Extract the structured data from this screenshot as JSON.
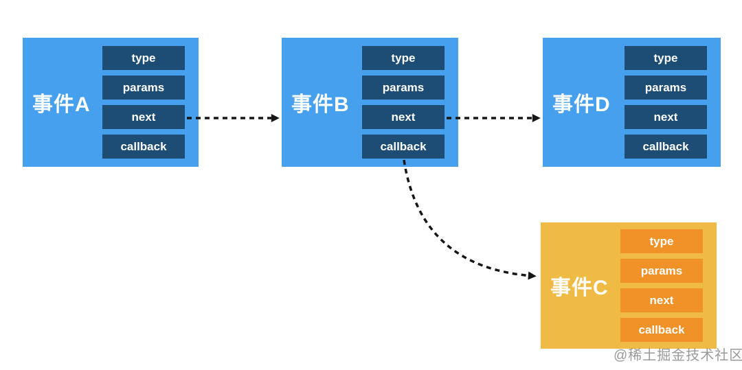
{
  "diagram": {
    "title_hint": "event linked-list diagram",
    "colors": {
      "background": "#FFFFFF",
      "node_blue_bg": "#47A0EE",
      "node_blue_field": "#1D4C74",
      "node_orange_bg": "#F0BB44",
      "node_orange_field": "#F09227",
      "node_text": "#FFFFFF",
      "connector": "#161616",
      "watermark": "#7D7D7D"
    },
    "nodes": [
      {
        "key": "event-a",
        "label": "事件A",
        "theme": "blue",
        "fields": [
          "type",
          "params",
          "next",
          "callback"
        ]
      },
      {
        "key": "event-b",
        "label": "事件B",
        "theme": "blue",
        "fields": [
          "type",
          "params",
          "next",
          "callback"
        ]
      },
      {
        "key": "event-d",
        "label": "事件D",
        "theme": "blue",
        "fields": [
          "type",
          "params",
          "next",
          "callback"
        ]
      },
      {
        "key": "event-c",
        "label": "事件C",
        "theme": "orange",
        "fields": [
          "type",
          "params",
          "next",
          "callback"
        ]
      }
    ],
    "connectors": [
      {
        "name": "a-next-to-b",
        "from": "事件A.next",
        "to": "事件B",
        "style": "dashed-arrow-horizontal"
      },
      {
        "name": "b-next-to-d",
        "from": "事件B.next",
        "to": "事件D",
        "style": "dashed-arrow-horizontal"
      },
      {
        "name": "b-callback-to-c",
        "from": "事件B.callback",
        "to": "事件C",
        "style": "dashed-arrow-curved"
      }
    ],
    "watermark": "@稀土掘金技术社区"
  }
}
